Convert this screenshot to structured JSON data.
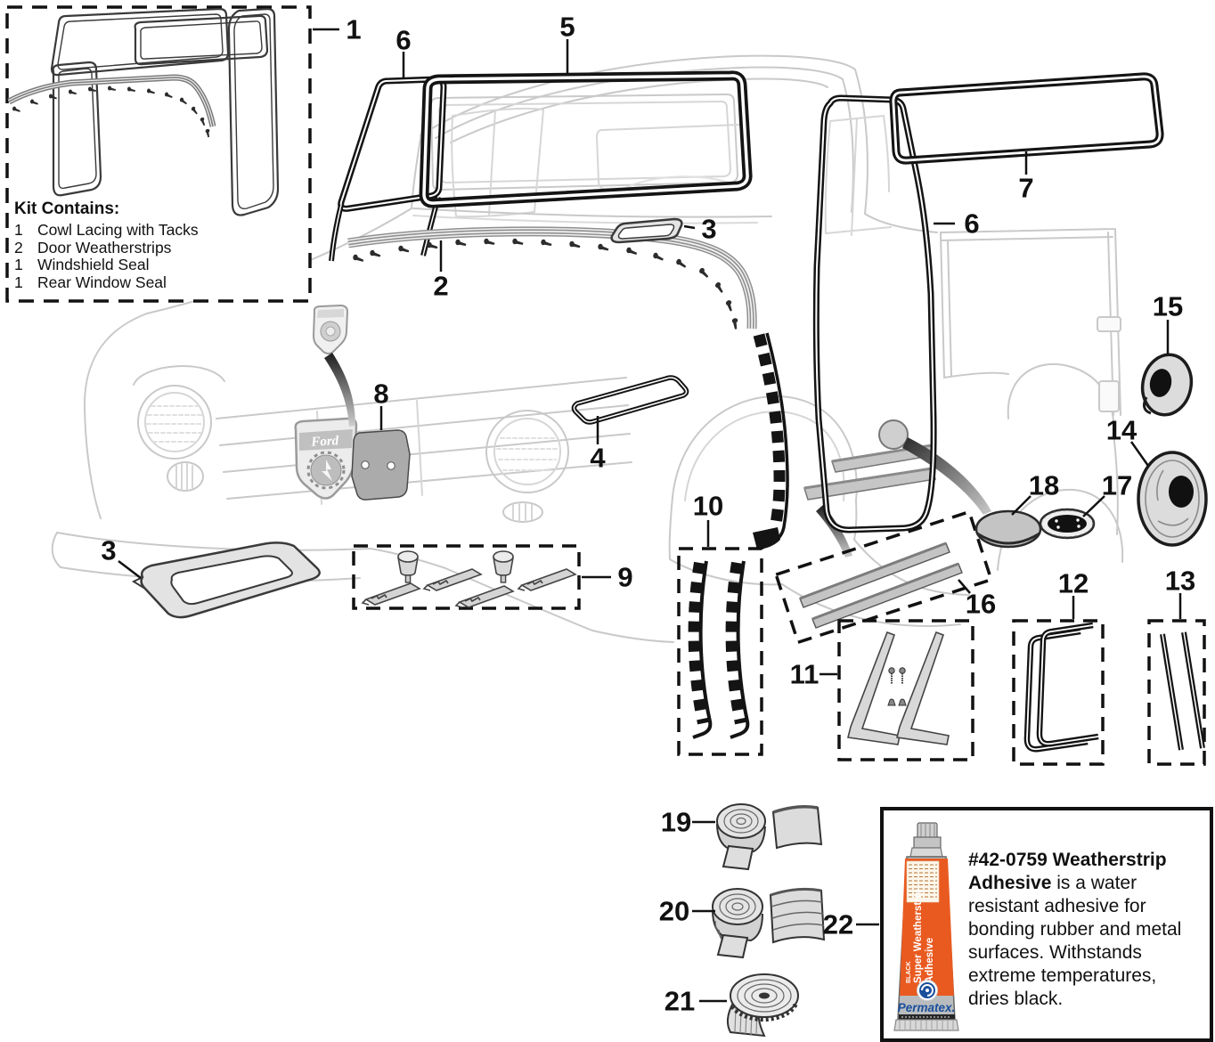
{
  "kit_box": {
    "title": "Kit Contains:",
    "items": [
      {
        "qty": "1",
        "name": "Cowl Lacing with Tacks"
      },
      {
        "qty": "2",
        "name": "Door Weatherstrips"
      },
      {
        "qty": "1",
        "name": "Windshield Seal"
      },
      {
        "qty": "1",
        "name": "Rear Window Seal"
      }
    ]
  },
  "callouts": [
    {
      "label": "1"
    },
    {
      "label": "6"
    },
    {
      "label": "5"
    },
    {
      "label": "7"
    },
    {
      "label": "6"
    },
    {
      "label": "3"
    },
    {
      "label": "2"
    },
    {
      "label": "15"
    },
    {
      "label": "8"
    },
    {
      "label": "14"
    },
    {
      "label": "4"
    },
    {
      "label": "18"
    },
    {
      "label": "17"
    },
    {
      "label": "10"
    },
    {
      "label": "3"
    },
    {
      "label": "9"
    },
    {
      "label": "16"
    },
    {
      "label": "12"
    },
    {
      "label": "13"
    },
    {
      "label": "11"
    },
    {
      "label": "19"
    },
    {
      "label": "20"
    },
    {
      "label": "22"
    },
    {
      "label": "21"
    }
  ],
  "truck": {
    "grille_emblem_text": "Ford"
  },
  "adhesive_box": {
    "heading": "#42-0759 Weatherstrip Adhesive",
    "description": "is a water resistant adhesive for bonding rubber and metal surfaces. Withstands extreme temperatures, dries black.",
    "tube": {
      "color": "BLACK",
      "line1": "Super Weatherstrip",
      "line2": "Adhesive",
      "brand": "Permatex."
    }
  },
  "colors": {
    "line_gray": "#c9c9c9",
    "ink": "#141414",
    "fill_gray": "#b3b3b3",
    "orange": "#e95a20",
    "blue": "#1a4f9c"
  }
}
